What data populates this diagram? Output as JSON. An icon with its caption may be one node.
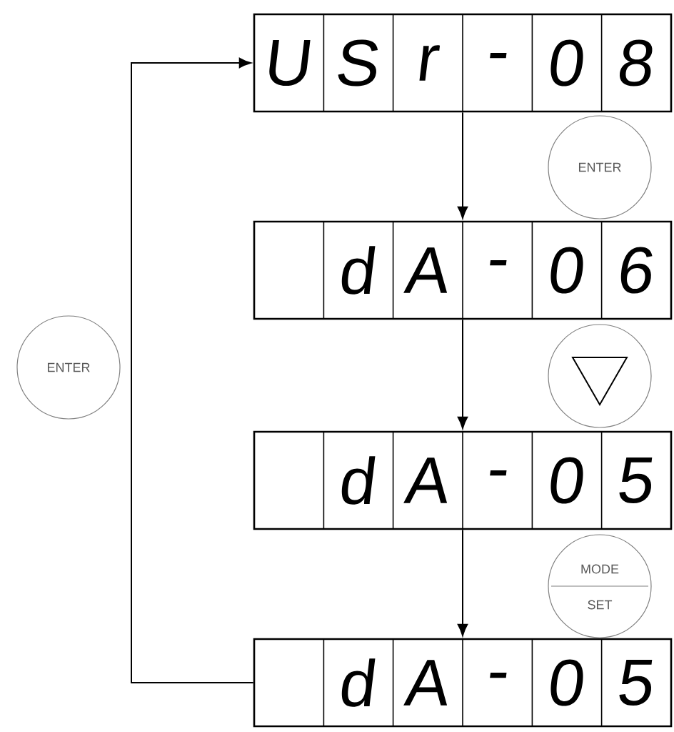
{
  "diagram": {
    "nodes": [
      {
        "text": [
          "U",
          "S",
          "r",
          "-",
          "0",
          "8"
        ]
      },
      {
        "text": [
          "d",
          "A",
          "-",
          "0",
          "6"
        ]
      },
      {
        "text": [
          "d",
          "A",
          "-",
          "0",
          "5"
        ]
      },
      {
        "text": [
          "d",
          "A",
          "-",
          "0",
          "5"
        ]
      }
    ],
    "edges": [
      {
        "from": 0,
        "to": 1,
        "arrow": "to"
      },
      {
        "from": 1,
        "to": 2,
        "arrow": "to"
      },
      {
        "from": 2,
        "to": 3,
        "arrow": "to"
      },
      {
        "from": 3,
        "to": 0,
        "arrow": "to"
      }
    ],
    "labels": [
      "ENTER",
      "MODE",
      "SET",
      "ENTER"
    ]
  }
}
